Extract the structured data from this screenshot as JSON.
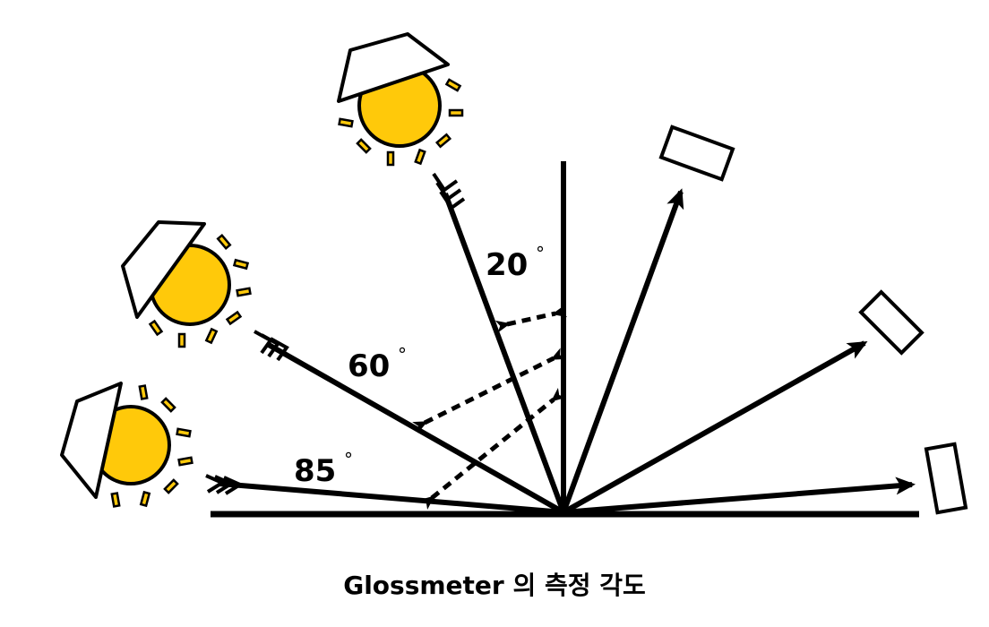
{
  "caption": "Glossmeter 의 측정 각도",
  "angles": [
    {
      "label": "20",
      "unit": "°"
    },
    {
      "label": "60",
      "unit": "°"
    },
    {
      "label": "85",
      "unit": "°"
    }
  ],
  "colors": {
    "sun_fill": "#FFC90A",
    "stroke": "#000000",
    "background": "#FFFFFF"
  },
  "icons": [
    "sun-icon",
    "lamp-shade-icon",
    "detector-icon"
  ]
}
